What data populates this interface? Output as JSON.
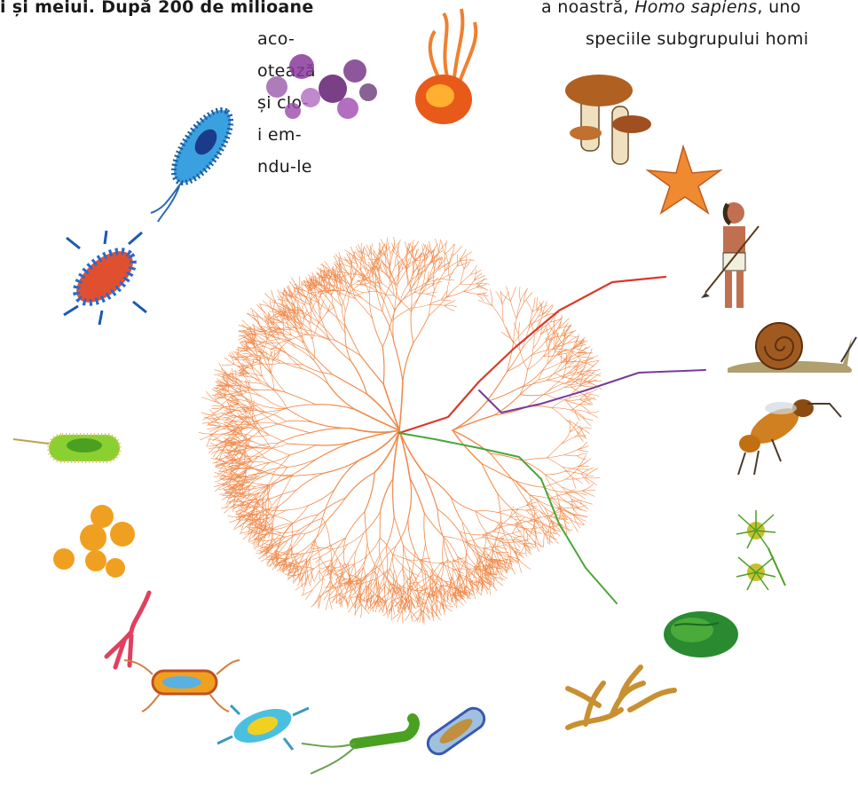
{
  "left_text": {
    "lines": [
      "i și meiui. După 200 de milioane",
      "aco-",
      "otează",
      "și clo-",
      "i em-",
      "ndu-le"
    ]
  },
  "right_text": {
    "line1_prefix": "a noastră, ",
    "line1_italic": "Homo sapiens",
    "line1_suffix": ", uno",
    "line2": "speciile subgrupului homi"
  },
  "tree_colors": {
    "branches": "#f08a4b",
    "red_lineage": "#d83a2a",
    "purple_lineage": "#7a3a9a",
    "green_lineage": "#4aa63a"
  },
  "organisms": [
    {
      "name": "mushrooms",
      "side": "right"
    },
    {
      "name": "starfish",
      "side": "right"
    },
    {
      "name": "human-hunter",
      "side": "right"
    },
    {
      "name": "snail",
      "side": "right"
    },
    {
      "name": "wasp",
      "side": "right"
    },
    {
      "name": "dandelion-seeds",
      "side": "right"
    },
    {
      "name": "lettuce",
      "side": "right"
    },
    {
      "name": "seaweed",
      "side": "right"
    },
    {
      "name": "purple-spheres",
      "side": "top"
    },
    {
      "name": "orange-protist",
      "side": "top"
    },
    {
      "name": "blue-ciliate",
      "side": "left"
    },
    {
      "name": "red-spiky-microbe",
      "side": "left"
    },
    {
      "name": "green-rod-bacterium",
      "side": "left"
    },
    {
      "name": "orange-cocci",
      "side": "left"
    },
    {
      "name": "pink-spirochete",
      "side": "left"
    },
    {
      "name": "orange-flagellated-bacterium",
      "side": "bottom"
    },
    {
      "name": "blue-yellow-bacterium",
      "side": "bottom"
    },
    {
      "name": "green-flagellate",
      "side": "bottom"
    },
    {
      "name": "blue-rod-bacterium",
      "side": "bottom"
    }
  ]
}
